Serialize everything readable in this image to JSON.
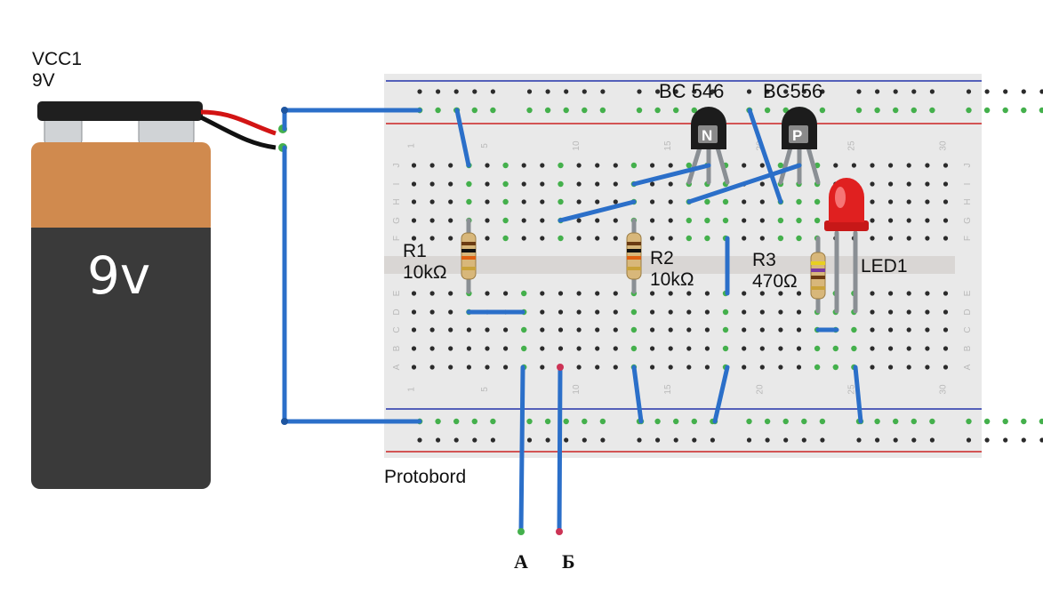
{
  "battery": {
    "ref": "VCC1",
    "rating": "9V",
    "face_label": "9v",
    "colors": {
      "top": "#d08a4e",
      "body": "#3a3a3a",
      "terminal": "#1f1f1f"
    }
  },
  "breadboard": {
    "label": "Protobord",
    "column_numbers": [
      "1",
      "5",
      "10",
      "15",
      "20",
      "25",
      "30"
    ],
    "row_letters_top": [
      "J",
      "I",
      "H",
      "G",
      "F"
    ],
    "row_letters_bottom": [
      "E",
      "D",
      "C",
      "B",
      "A"
    ],
    "colors": {
      "board": "#e9e9e9",
      "rail_blue": "#2233aa",
      "rail_red": "#cc2222",
      "hole": "#2b2b2b",
      "active_hole": "#44b04c"
    }
  },
  "components": {
    "q1": {
      "label": "BC 546",
      "letter": "N"
    },
    "q2": {
      "label": "BC556",
      "letter": "P"
    },
    "r1": {
      "ref": "R1",
      "value": "10kΩ"
    },
    "r2": {
      "ref": "R2",
      "value": "10kΩ"
    },
    "r3": {
      "ref": "R3",
      "value": "470Ω"
    },
    "led": {
      "ref": "LED1",
      "color": "#e02020"
    }
  },
  "probes": {
    "a": "А",
    "b": "Б"
  },
  "wire_color": "#2b6fc9"
}
